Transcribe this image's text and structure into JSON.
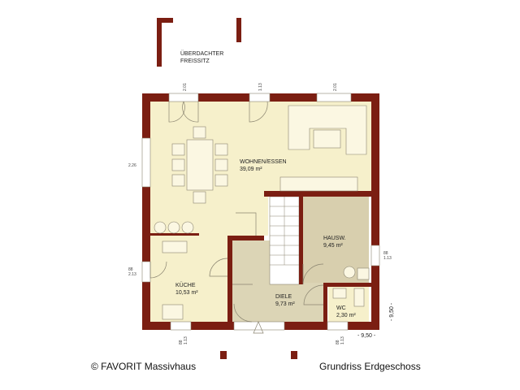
{
  "colors": {
    "wall": "#7b1e12",
    "living": "#f6f0cb",
    "hall": "#dcd5b6",
    "utility": "#d8cfae",
    "furniture_fill": "#fbf7e2",
    "line": "#8a8470"
  },
  "terrace": {
    "name": "ÜBERDACHTER",
    "name2": "FREISSITZ"
  },
  "rooms": [
    {
      "name": "WOHNEN/ESSEN",
      "area": "39,09 m²"
    },
    {
      "name": "HAUSW.",
      "area": "9,45 m²"
    },
    {
      "name": "KÜCHE",
      "area": "10,53 m²"
    },
    {
      "name": "DIELE",
      "area": "9,73 m²"
    },
    {
      "name": "WC",
      "area": "2,30 m²"
    }
  ],
  "dimensions": {
    "width": "- 9,50 -",
    "depth": "- 9,50 -"
  },
  "window_labels": [
    "2.01",
    "1.13",
    "2.01",
    "2.26",
    "88",
    "2.13",
    "88",
    "1.13",
    "88",
    "1.13",
    "88",
    "1.13"
  ],
  "footer": {
    "left": "© FAVORIT Massivhaus",
    "right": "Grundriss Erdgeschoss"
  }
}
